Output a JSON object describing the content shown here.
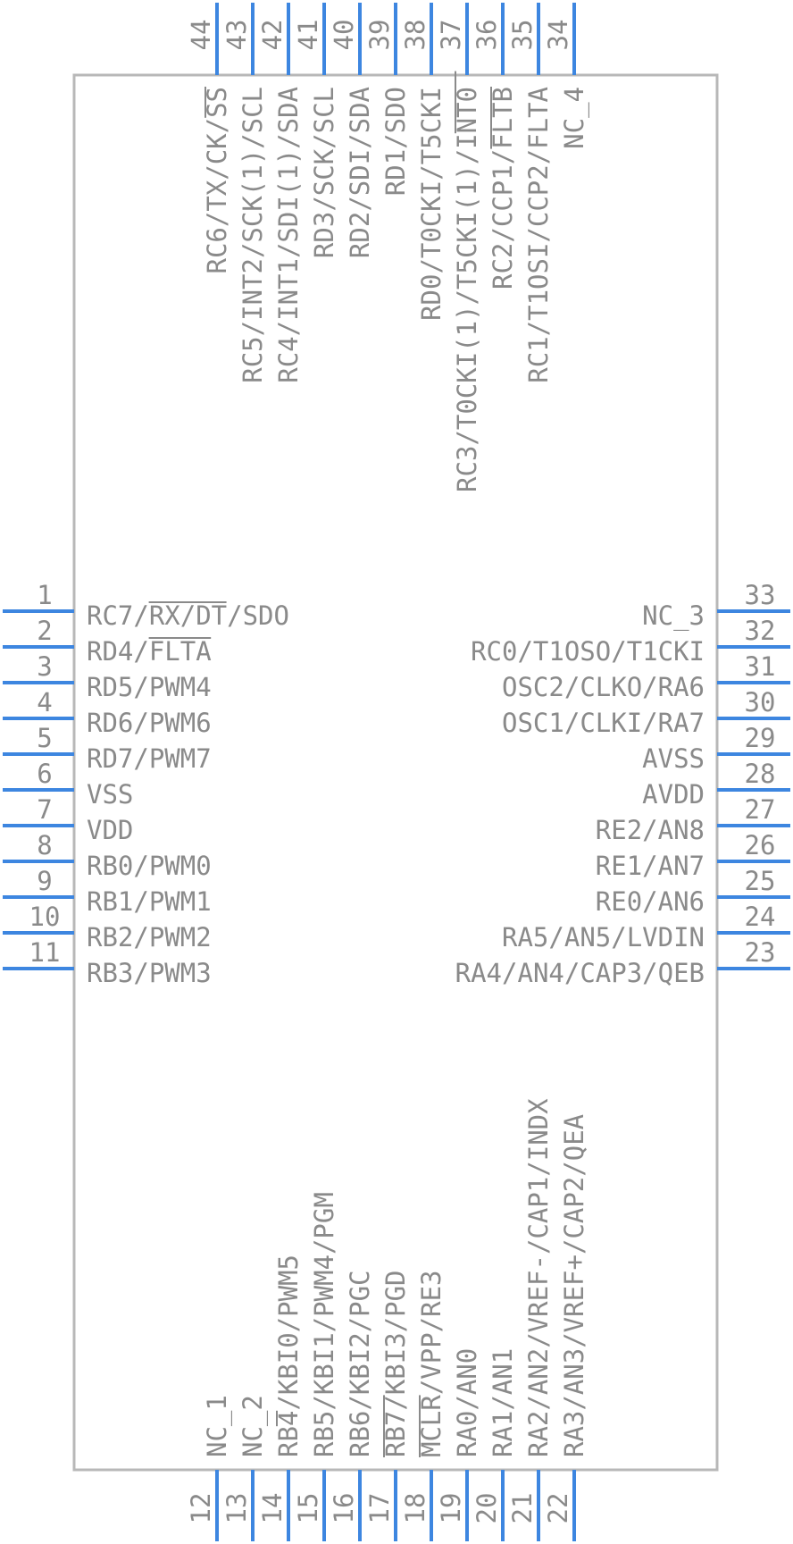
{
  "pins": {
    "left": [
      {
        "num": "1",
        "name": "RC7/RX/DT/SDO",
        "over": [
          4,
          9
        ]
      },
      {
        "num": "2",
        "name": "RD4/FLTA",
        "over": [
          4,
          8
        ]
      },
      {
        "num": "3",
        "name": "RD5/PWM4"
      },
      {
        "num": "4",
        "name": "RD6/PWM6"
      },
      {
        "num": "5",
        "name": "RD7/PWM7"
      },
      {
        "num": "6",
        "name": "VSS"
      },
      {
        "num": "7",
        "name": "VDD"
      },
      {
        "num": "8",
        "name": "RB0/PWM0"
      },
      {
        "num": "9",
        "name": "RB1/PWM1"
      },
      {
        "num": "10",
        "name": "RB2/PWM2"
      },
      {
        "num": "11",
        "name": "RB3/PWM3"
      }
    ],
    "bottom": [
      {
        "num": "12",
        "name": "NC_1"
      },
      {
        "num": "13",
        "name": "NC_2"
      },
      {
        "num": "14",
        "name": "RB4/KBI0/PWM5",
        "over": [
          2,
          3
        ]
      },
      {
        "num": "15",
        "name": "RB5/KBI1/PWM4/PGM"
      },
      {
        "num": "16",
        "name": "RB6/KBI2/PGC"
      },
      {
        "num": "17",
        "name": "RB7/KBI3/PGD",
        "over": [
          0,
          4
        ]
      },
      {
        "num": "18",
        "name": "MCLR/VPP/RE3",
        "over": [
          0,
          4
        ]
      },
      {
        "num": "19",
        "name": "RA0/AN0"
      },
      {
        "num": "20",
        "name": "RA1/AN1"
      },
      {
        "num": "21",
        "name": "RA2/AN2/VREF-/CAP1/INDX"
      },
      {
        "num": "22",
        "name": "RA3/AN3/VREF+/CAP2/QEA"
      }
    ],
    "right": [
      {
        "num": "23",
        "name": "RA4/AN4/CAP3/QEB"
      },
      {
        "num": "24",
        "name": "RA5/AN5/LVDIN"
      },
      {
        "num": "25",
        "name": "RE0/AN6"
      },
      {
        "num": "26",
        "name": "RE1/AN7"
      },
      {
        "num": "27",
        "name": "RE2/AN8"
      },
      {
        "num": "28",
        "name": "AVDD"
      },
      {
        "num": "29",
        "name": "AVSS"
      },
      {
        "num": "30",
        "name": "OSC1/CLKI/RA7"
      },
      {
        "num": "31",
        "name": "OSC2/CLKO/RA6"
      },
      {
        "num": "32",
        "name": "RC0/T1OSO/T1CKI"
      },
      {
        "num": "33",
        "name": "NC_3"
      }
    ],
    "top": [
      {
        "num": "34",
        "name": "NC_4"
      },
      {
        "num": "35",
        "name": "RC1/T1OSI/CCP2/FLTA"
      },
      {
        "num": "36",
        "name": "RC2/CCP1/FLTB",
        "over": [
          9,
          13
        ]
      },
      {
        "num": "37",
        "name": "RC3/T0CKI(1)/T5CKI(1)/INT0",
        "over": [
          23,
          27
        ]
      },
      {
        "num": "38",
        "name": "RD0/T0CKI/T5CKI"
      },
      {
        "num": "39",
        "name": "RD1/SDO"
      },
      {
        "num": "40",
        "name": "RD2/SDI/SDA"
      },
      {
        "num": "41",
        "name": "RD3/SCK/SCL"
      },
      {
        "num": "42",
        "name": "RC4/INT1/SDI(1)/SDA"
      },
      {
        "num": "43",
        "name": "RC5/INT2/SCK(1)/SCL"
      },
      {
        "num": "44",
        "name": "RC6/TX/CK/SS",
        "over": [
          10,
          12
        ]
      }
    ]
  }
}
